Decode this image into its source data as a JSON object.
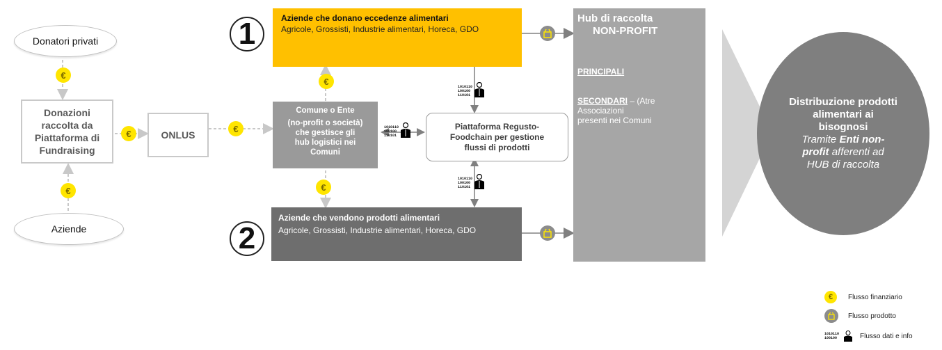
{
  "nodes": {
    "donatori": "Donatori privati",
    "aziende": "Aziende",
    "donazioni": [
      "Donazioni",
      "raccolta da",
      "Piattaforma di",
      "Fundraising"
    ],
    "onlus": "ONLUS",
    "comune": {
      "title": "Comune o Ente",
      "body": [
        "(no-profit o società)",
        "che gestisce gli",
        "hub logistici nei",
        "Comuni"
      ]
    },
    "piattaforma": [
      "Piattaforma Regusto-",
      "Foodchain per gestione",
      "flussi di prodotti"
    ],
    "box1": {
      "number": "1",
      "title": "Aziende che donano eccedenze alimentari",
      "subtitle": "Agricole, Grossisti, Industrie alimentari, Horeca, GDO"
    },
    "box2": {
      "number": "2",
      "title": "Aziende che vendono prodotti alimentari",
      "subtitle": "Agricole, Grossisti, Industrie alimentari, Horeca, GDO"
    },
    "hub": {
      "title_line1": "Hub di raccolta",
      "title_line2": "NON-PROFIT",
      "principali": "PRINCIPALI",
      "secondari": "SECONDARI",
      "secondari_rest": " – (Atre",
      "secondari_lines": [
        "Associazioni",
        "presenti nei Comuni"
      ]
    },
    "distribuzione": {
      "lines": [
        "Distribuzione prodotti",
        "alimentari ai",
        "bisognosi"
      ],
      "tramite_pre": "Tramite ",
      "tramite_bold": "Enti non-",
      "profit_bold": "profit",
      "profit_rest": " afferenti ad",
      "last": "HUB di raccolta"
    }
  },
  "icons": {
    "euro_symbol": "€",
    "binary": [
      "1010110",
      "100100",
      "110101"
    ]
  },
  "legend": {
    "financial": "Flusso  finanziario",
    "product": "Flusso  prodotto",
    "data": "Flusso dati e info",
    "binary": [
      "1010110",
      "100100"
    ]
  },
  "colors": {
    "yellow_box": "#ffc000",
    "dark_box": "#6e6e6e",
    "mid_box": "#9a9a9a",
    "hub_box": "#a6a6a6",
    "circle": "#7f7f7f",
    "euro": "#ffe500"
  }
}
